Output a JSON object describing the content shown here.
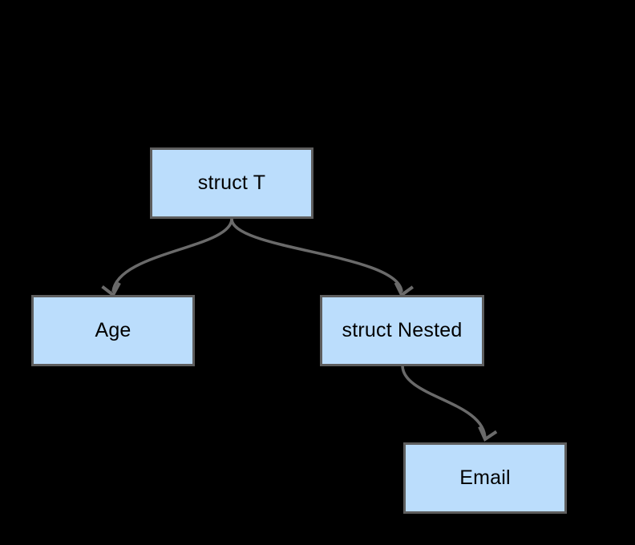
{
  "diagram": {
    "background_color": "#000000",
    "node_fill_color": "#bbddfc",
    "node_border_color": "#5e5e5e",
    "edge_color": "#6a6a6a",
    "label_color": "#000000",
    "nodes": [
      {
        "id": "struct-t",
        "label": "struct T"
      },
      {
        "id": "age",
        "label": "Age"
      },
      {
        "id": "struct-nested",
        "label": "struct Nested"
      },
      {
        "id": "email",
        "label": "Email"
      }
    ],
    "edges": [
      {
        "from": "struct-t",
        "to": "age"
      },
      {
        "from": "struct-t",
        "to": "struct-nested"
      },
      {
        "from": "struct-nested",
        "to": "email"
      }
    ]
  }
}
